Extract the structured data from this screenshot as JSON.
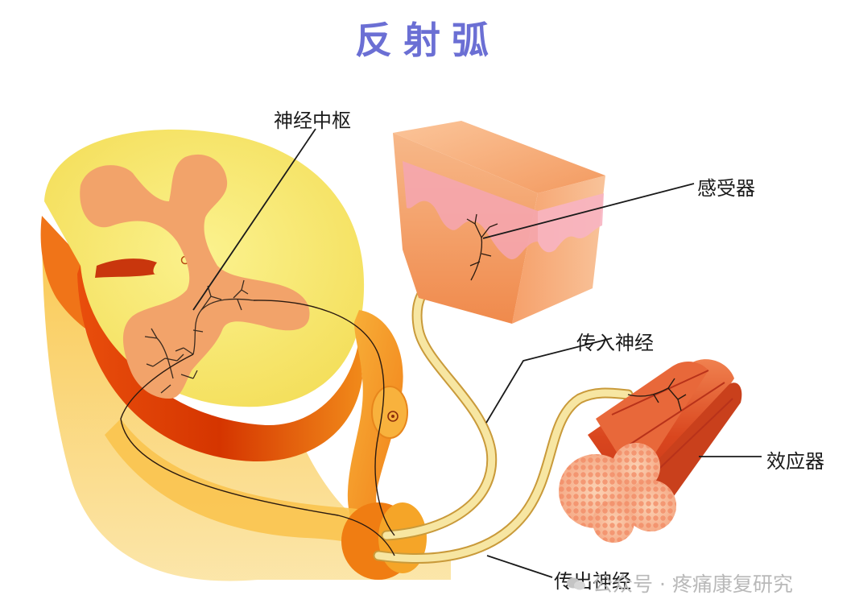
{
  "title": "反射弧",
  "labels": {
    "center": "神经中枢",
    "receptor": "感受器",
    "afferent": "传入神经",
    "effector": "效应器",
    "efferent": "传出神经"
  },
  "watermark": "公众号 · 疼痛康复研究",
  "colors": {
    "title": "#6b6fd4",
    "cord_white_matter": "#f6e870",
    "cord_gray_matter": "#f2a36a",
    "cord_edge": "#e8661e",
    "nerve": "#f7e6a2",
    "skin_pink": "#f4a6b2",
    "muscle": "#e2542a"
  }
}
